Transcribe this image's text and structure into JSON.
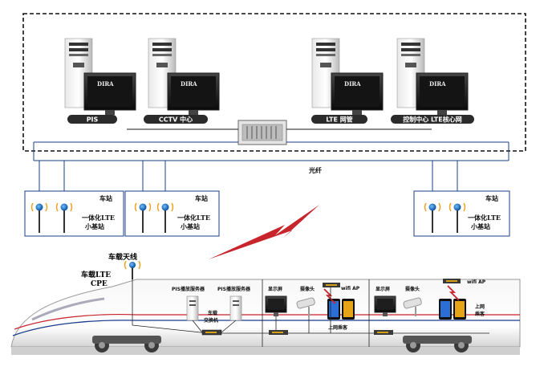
{
  "servers": {
    "labels": [
      "PIS",
      "CCTV 中心",
      "LTE 网管",
      "控制中心 LTE核心网"
    ],
    "monitor_brand": "DIRA"
  },
  "fiber_label": "光纤",
  "stations": [
    {
      "title": "车站",
      "line1": "一体化LTE",
      "line2": "小基站"
    },
    {
      "title": "车站",
      "line1": "一体化LTE",
      "line2": "小基站"
    },
    {
      "title": "车站",
      "line1": "一体化LTE",
      "line2": "小基站"
    }
  ],
  "train": {
    "antenna_label": "车载天线",
    "cpe_label_1": "车载LTE",
    "cpe_label_2": "CPE",
    "pis_server_1": "PIS播放服务器",
    "pis_server_2": "PIS播放服务器",
    "switch_line1": "车载",
    "switch_line2": "交换机",
    "display_1": "显示屏",
    "camera_1": "摄像头",
    "wifi_ap_1": "wifi AP",
    "passengers_1": "上网乘客",
    "display_2": "显示屏",
    "camera_2": "摄像头",
    "wifi_ap_2": "wifi AP",
    "passengers_2_line1": "上网",
    "passengers_2_line2": "乘客"
  },
  "colors": {
    "accent_red": "#c8242b",
    "pill_dark": "#2b2b2b",
    "line_blue": "#1a3c8a"
  }
}
